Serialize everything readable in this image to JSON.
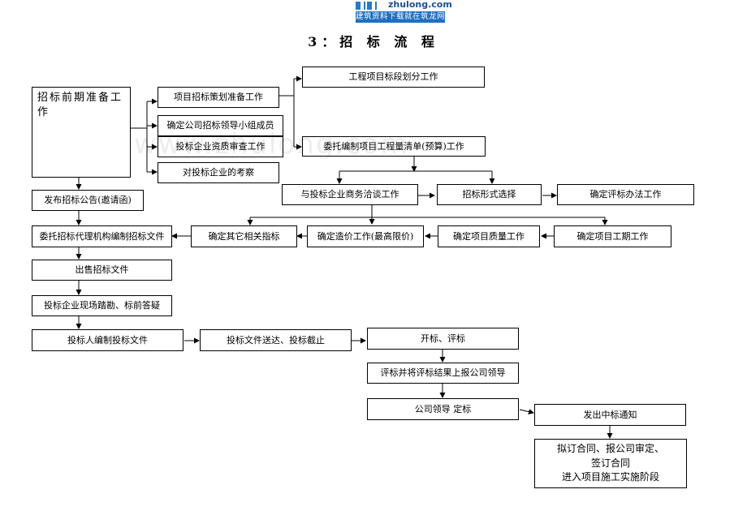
{
  "header": {
    "logo_site": "zhulong.com",
    "logo_tagline": "建筑资料下载就在筑龙网",
    "title": "3：招 标 流 程"
  },
  "watermark": "www.zhulong.com",
  "boxes": {
    "prep": "招标前期准备工作",
    "plan": "项目招标策划准备工作",
    "group": "确定公司招标领导小组成员",
    "qual": "投标企业资质审查工作",
    "inspect": "对投标企业的考察",
    "section": "工程项目标段划分工作",
    "bq": "委托编制项目工程量清单(预算)工作",
    "negotiate": "与投标企业商务洽谈工作",
    "form": "招标形式选择",
    "evalmethod": "确定评标办法工作",
    "notice": "发布招标公告(邀请函)",
    "agency": "委托招标代理机构编制招标文件",
    "otherindex": "确定其它相关指标",
    "price": "确定造价工作(最高限价)",
    "quality": "确定项目质量工作",
    "duration": "确定项目工期工作",
    "sell": "出售招标文件",
    "site": "投标企业现场踏勘、标前答疑",
    "prepare": "投标人编制投标文件",
    "deliver": "投标文件送达、投标截止",
    "open": "开标、评标",
    "report": "评标并将评标结果上报公司领导",
    "decide": "公司领导  定标",
    "award": "发出中标通知",
    "final_1": "拟订合同、报公司审定、",
    "final_2": "签订合同",
    "final_3": "进入项目施工实施阶段"
  }
}
